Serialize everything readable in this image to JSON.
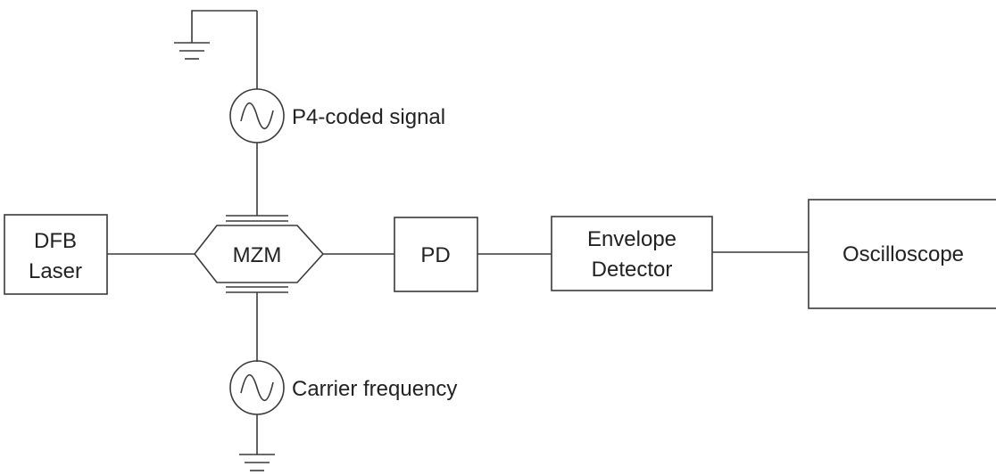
{
  "diagram": {
    "laser": {
      "line1": "DFB",
      "line2": "Laser"
    },
    "modulator": {
      "label": "MZM"
    },
    "photodiode": {
      "label": "PD"
    },
    "envelope_detector": {
      "line1": "Envelope",
      "line2": "Detector"
    },
    "oscilloscope": {
      "label": "Oscilloscope"
    },
    "top_source": {
      "label": "P4-coded signal",
      "icon": "ac-source-icon"
    },
    "bottom_source": {
      "label": "Carrier frequency",
      "icon": "ac-source-icon"
    },
    "ground_icon": "ground-icon"
  }
}
